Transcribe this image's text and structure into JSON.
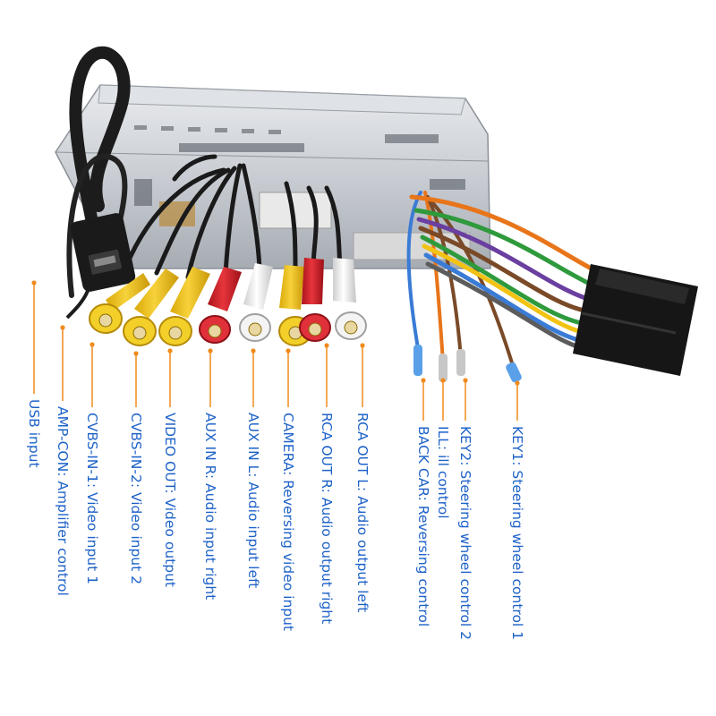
{
  "colors": {
    "label_text": "#1e62c8",
    "leader_line": "#f08a1c",
    "cable_black": "#1c1c1c",
    "plug_yellow": "#f2c313",
    "plug_red": "#d8202a",
    "plug_white": "#f2f2f2",
    "wire_orange": "#e8751a",
    "wire_brown": "#7a4a28",
    "wire_blue": "#3a7bd5",
    "wire_green": "#2e9a3c",
    "wire_purple": "#6a3fa0",
    "connector_black": "#161616",
    "chassis_silver": "#c9cdd3"
  },
  "labels": [
    {
      "id": "usb",
      "text": "USB input"
    },
    {
      "id": "amp",
      "text": "AMP-CON: Amplifier control"
    },
    {
      "id": "cvbs1",
      "text": "CVBS-IN-1: Video input 1"
    },
    {
      "id": "cvbs2",
      "text": "CVBS-IN-2: Video input 2"
    },
    {
      "id": "vout",
      "text": "VIDEO OUT: Video output"
    },
    {
      "id": "auxr",
      "text": "AUX IN R: Audio input right"
    },
    {
      "id": "auxl",
      "text": "AUX IN L: Audio input left"
    },
    {
      "id": "cam",
      "text": "CAMERA: Reversing video input"
    },
    {
      "id": "rcar",
      "text": "RCA OUT R: Audio output right"
    },
    {
      "id": "rcal",
      "text": "RCA OUT L: Audio output left"
    },
    {
      "id": "back",
      "text": "BACK CAR: Reversing control"
    },
    {
      "id": "ill",
      "text": "ILL: ill control"
    },
    {
      "id": "key2",
      "text": "KEY2: Steering wheel control 2"
    },
    {
      "id": "key1",
      "text": "KEY1: Steering wheel control 1"
    }
  ]
}
